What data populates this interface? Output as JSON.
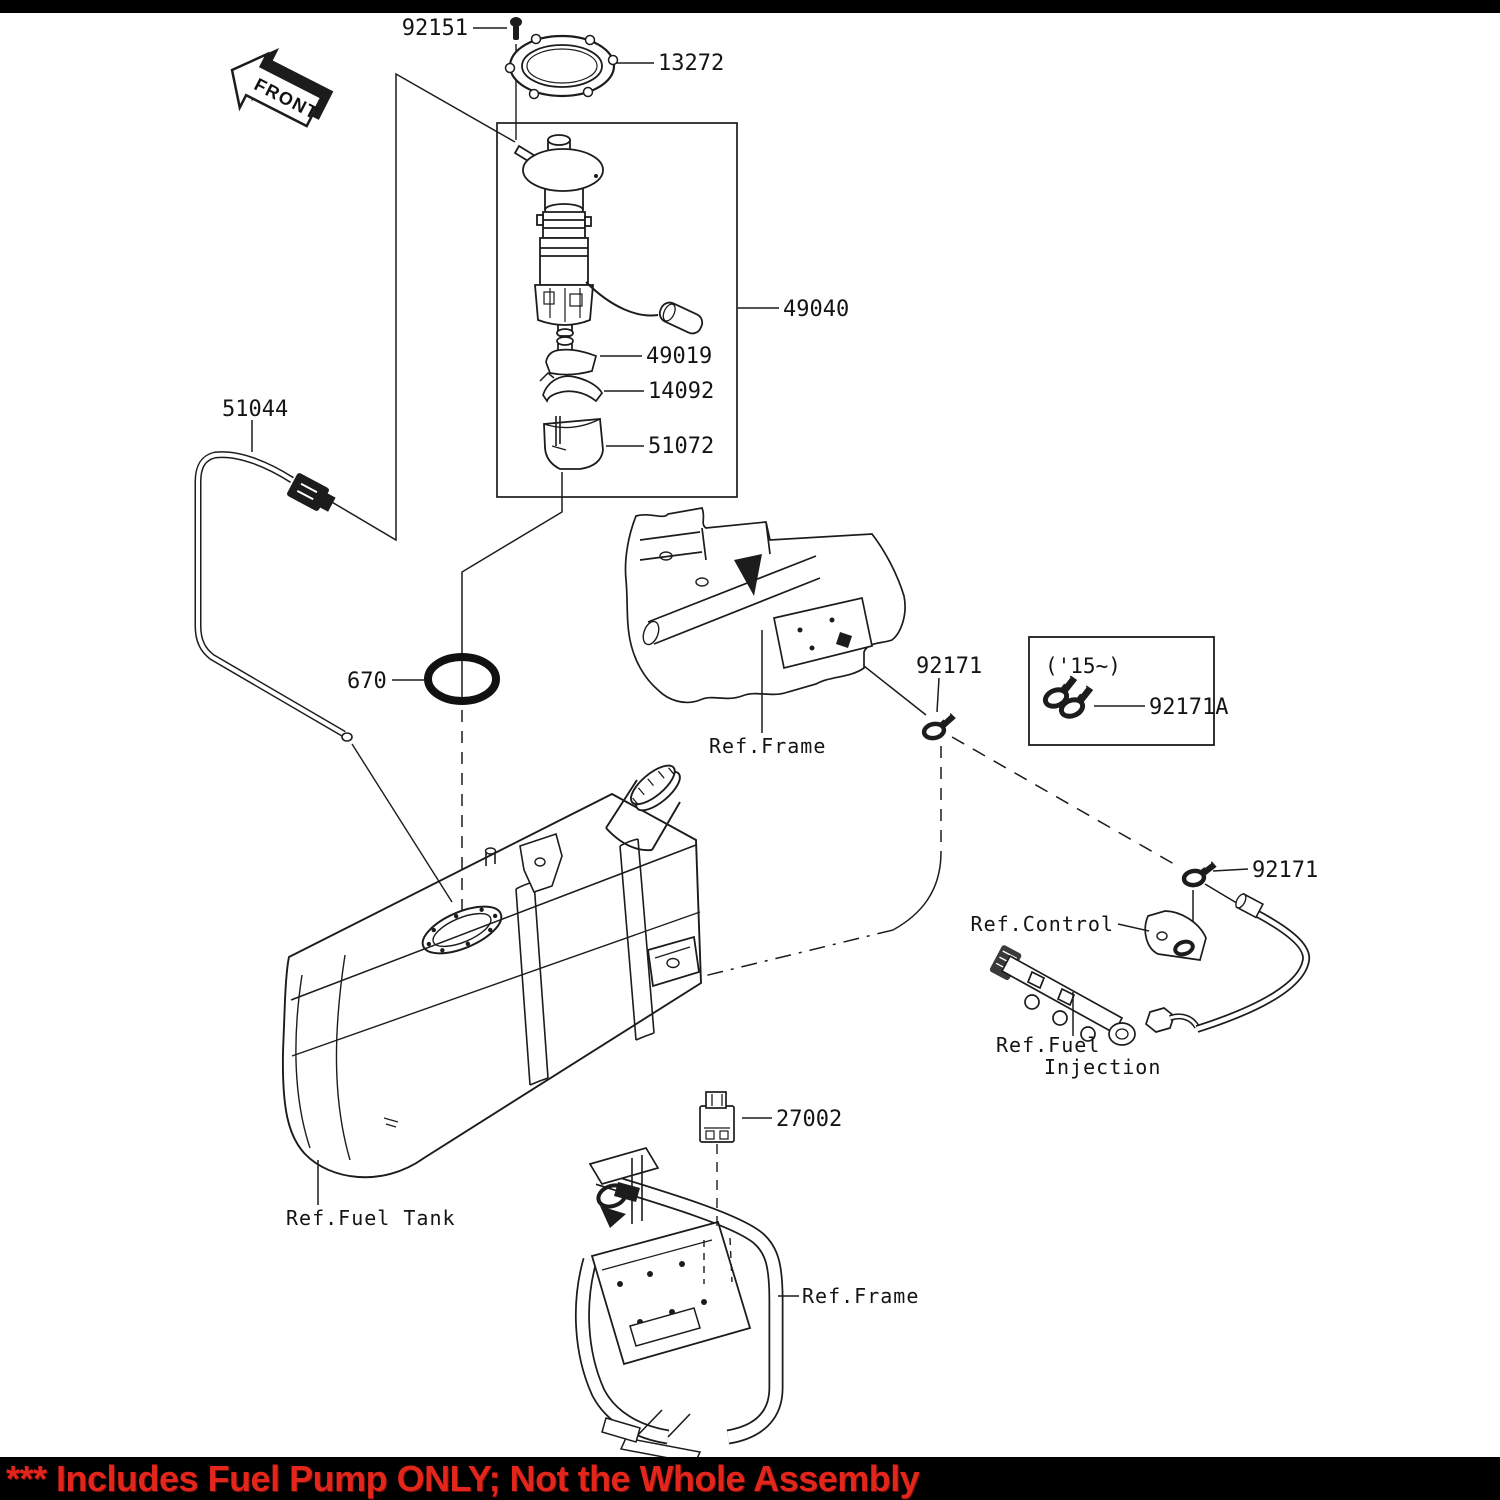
{
  "front_arrow": {
    "label": "FRONT"
  },
  "parts": {
    "bolt": {
      "label": "92151"
    },
    "plate": {
      "label": "13272"
    },
    "pump_assemblyturn": {
      "label": "49040"
    },
    "pump_assembly": {
      "label": "49040"
    },
    "damper": {
      "label": "49019"
    },
    "pipe_bracket": {
      "label": "14092"
    },
    "cup": {
      "label": "51072"
    },
    "hose": {
      "label": "51044"
    },
    "oring": {
      "label": "670"
    },
    "clamp_top": {
      "label": "92171"
    },
    "clamp_right": {
      "label": "92171"
    },
    "clamp_note": {
      "label": "92171A"
    },
    "relay": {
      "label": "27002"
    }
  },
  "refs": {
    "year_note": "('15~)",
    "frame_upper": "Ref.Frame",
    "frame_lower": "Ref.Frame",
    "control": "Ref.Control",
    "fuel_injection_line1": "Ref.Fuel",
    "fuel_injection_line2": "Injection",
    "fuel_tank": "Ref.Fuel Tank"
  },
  "banner": {
    "text": "*** Includes Fuel Pump ONLY; Not the Whole Assembly"
  },
  "colors": {
    "line": "#1c1c1c",
    "banner_bg": "#000000",
    "banner_text": "#e2261c",
    "paper": "#ffffff"
  }
}
